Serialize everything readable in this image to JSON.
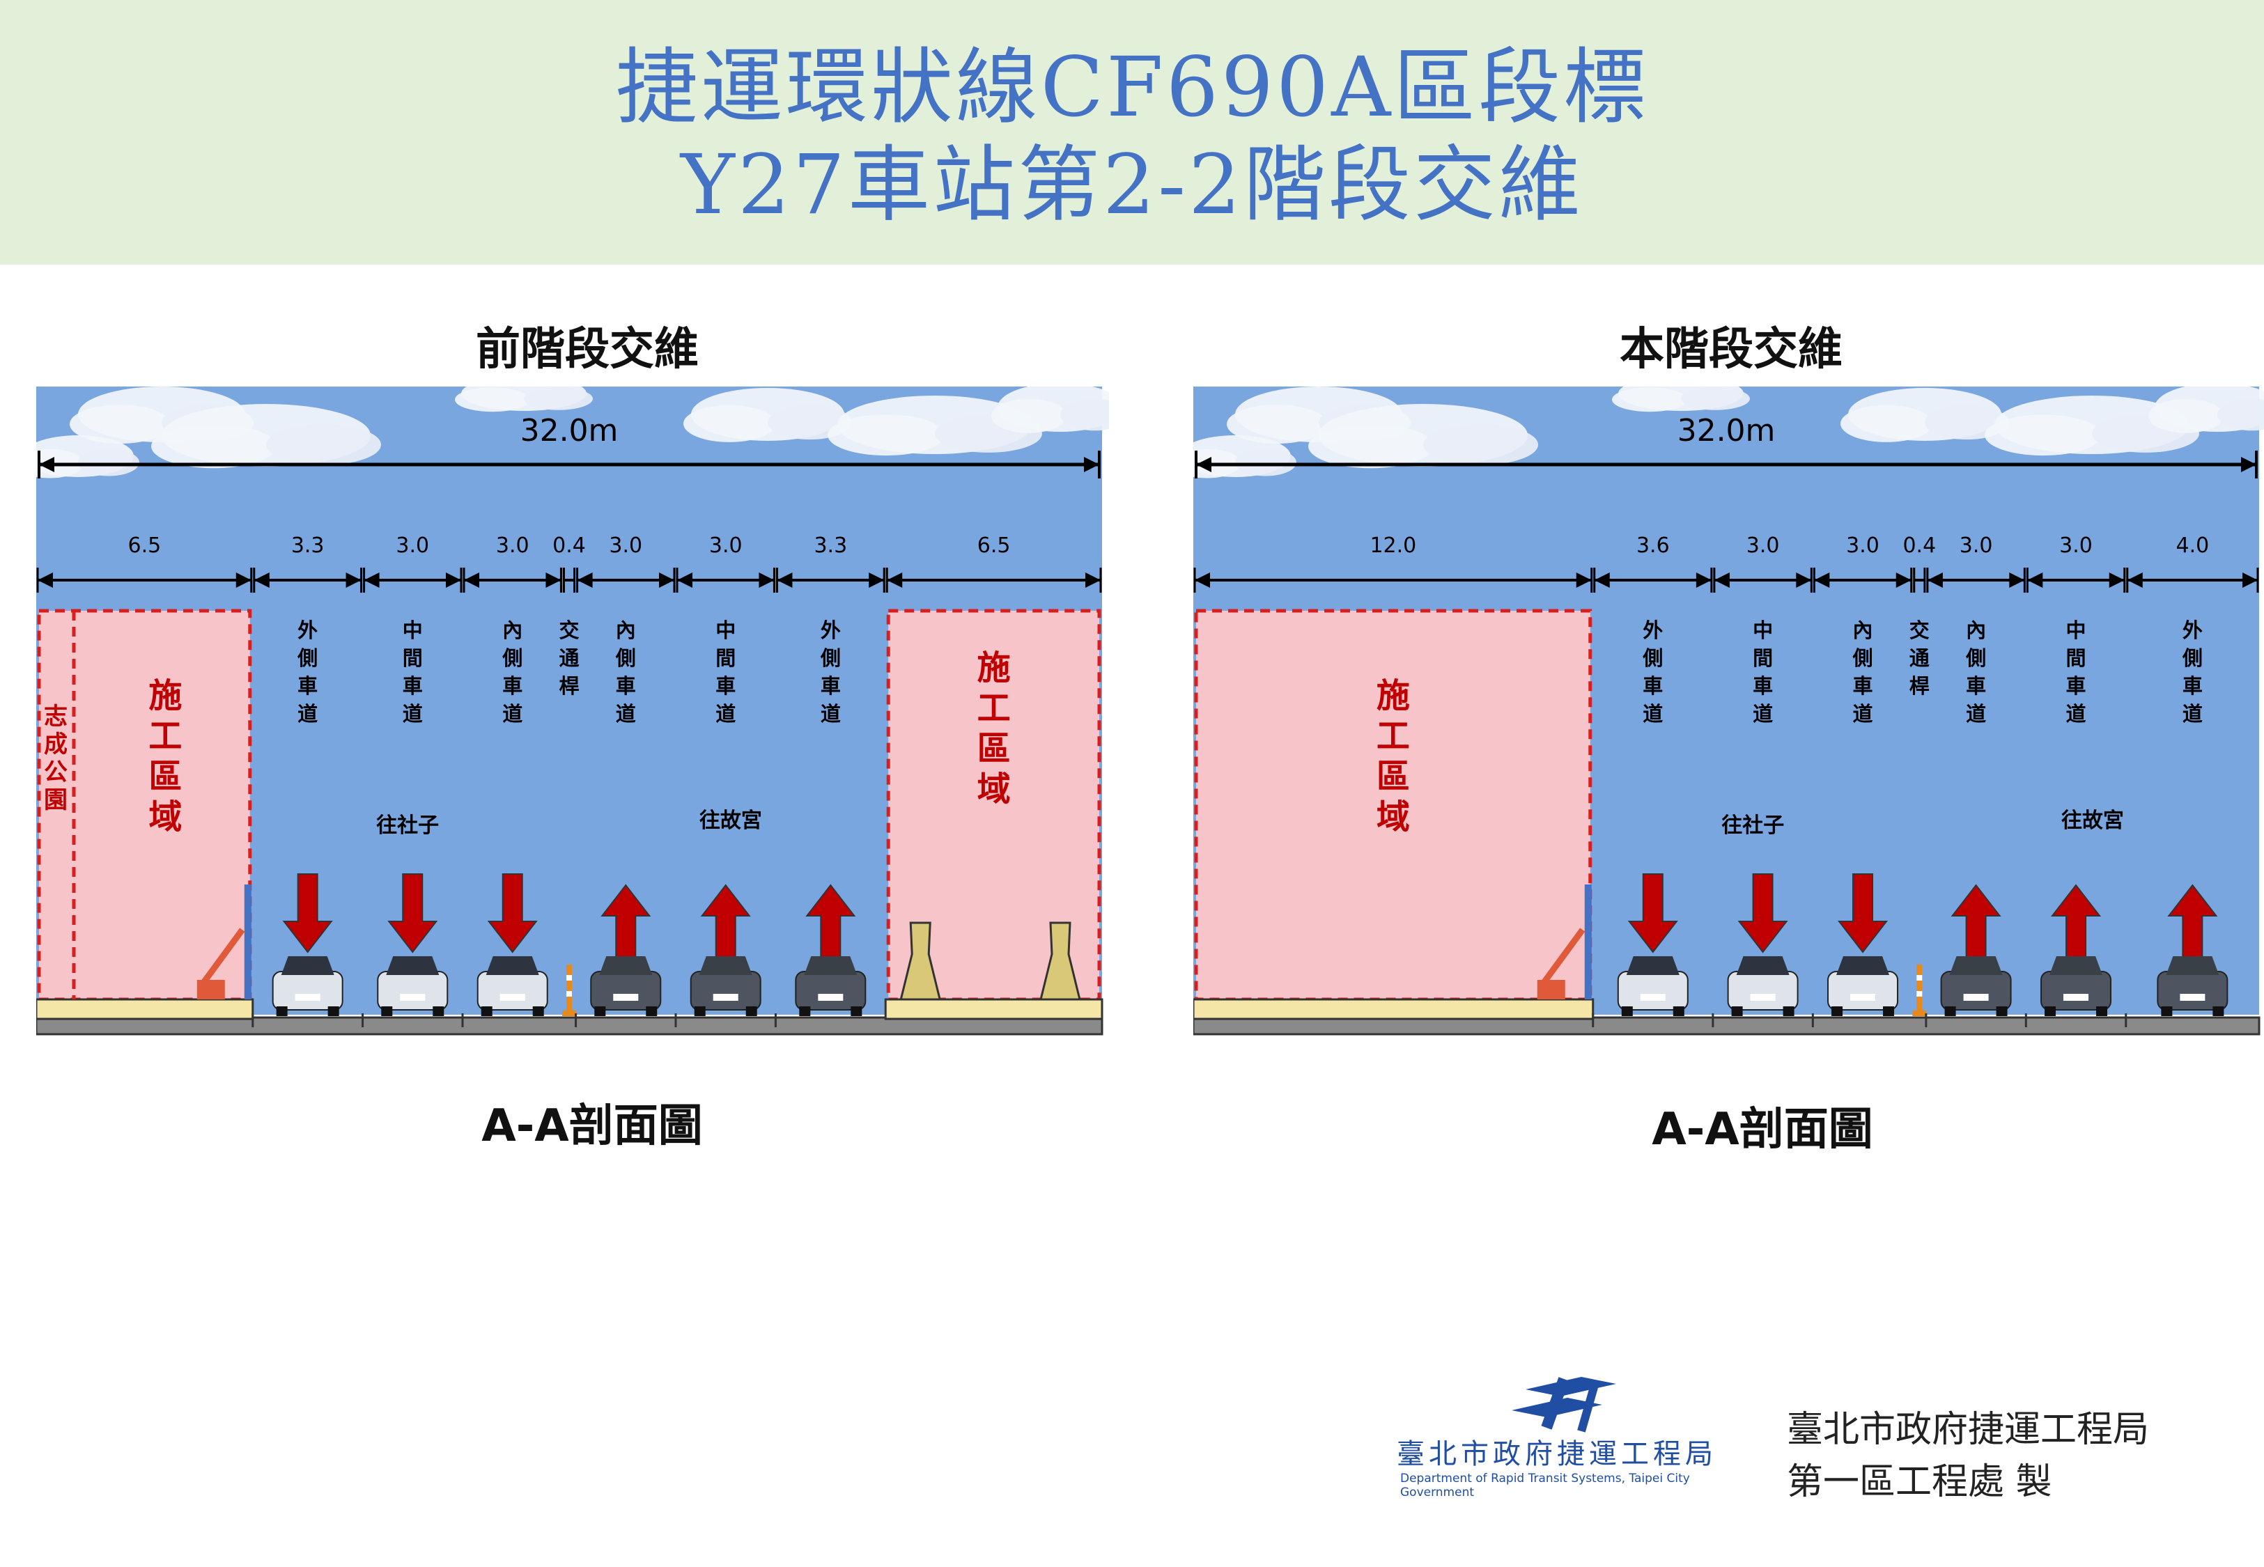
{
  "title": {
    "line1": "捷運環狀線CF690A區段標",
    "line2": "Y27車站第2-2階段交維"
  },
  "panels": [
    {
      "heading": "前階段交維",
      "section_title": "A-A剖面圖",
      "total_width": "32.0m",
      "segments": [
        {
          "dim": "6.5",
          "label": "",
          "kind": "work"
        },
        {
          "dim": "3.3",
          "label": "外側車道",
          "kind": "lane",
          "dir": "down",
          "car": "white"
        },
        {
          "dim": "3.0",
          "label": "中間車道",
          "kind": "lane",
          "dir": "down",
          "car": "white"
        },
        {
          "dim": "3.0",
          "label": "內側車道",
          "kind": "lane",
          "dir": "down",
          "car": "white"
        },
        {
          "dim": "0.4",
          "label": "交通桿",
          "kind": "pole"
        },
        {
          "dim": "3.0",
          "label": "內側車道",
          "kind": "lane",
          "dir": "up",
          "car": "gray"
        },
        {
          "dim": "3.0",
          "label": "中間車道",
          "kind": "lane",
          "dir": "up",
          "car": "gray"
        },
        {
          "dim": "3.3",
          "label": "外側車道",
          "kind": "lane",
          "dir": "up",
          "car": "gray"
        },
        {
          "dim": "6.5",
          "label": "",
          "kind": "work"
        }
      ],
      "work_zone_label": "施工區域",
      "park_label": "志成公園",
      "direction_left": "往社子",
      "direction_right": "往故宮"
    },
    {
      "heading": "本階段交維",
      "section_title": "A-A剖面圖",
      "total_width": "32.0m",
      "segments": [
        {
          "dim": "12.0",
          "label": "",
          "kind": "work"
        },
        {
          "dim": "3.6",
          "label": "外側車道",
          "kind": "lane",
          "dir": "down",
          "car": "white"
        },
        {
          "dim": "3.0",
          "label": "中間車道",
          "kind": "lane",
          "dir": "down",
          "car": "white"
        },
        {
          "dim": "3.0",
          "label": "內側車道",
          "kind": "lane",
          "dir": "down",
          "car": "white"
        },
        {
          "dim": "0.4",
          "label": "交通桿",
          "kind": "pole"
        },
        {
          "dim": "3.0",
          "label": "內側車道",
          "kind": "lane",
          "dir": "up",
          "car": "gray"
        },
        {
          "dim": "3.0",
          "label": "中間車道",
          "kind": "lane",
          "dir": "up",
          "car": "gray"
        },
        {
          "dim": "4.0",
          "label": "外側車道",
          "kind": "lane",
          "dir": "up",
          "car": "gray"
        }
      ],
      "work_zone_label": "施工區域",
      "direction_left": "往社子",
      "direction_right": "往故宮"
    }
  ],
  "footer": {
    "logo_org": "臺北市政府捷運工程局",
    "logo_english": "Department of Rapid Transit Systems, Taipei City Government",
    "line1": "臺北市政府捷運工程局",
    "line2": "第一區工程處 製"
  },
  "colors": {
    "banner_bg": "#e2efd9",
    "title": "#4472c4",
    "sky": "#7aa6df",
    "work_zone_fill": "#f7c5c9",
    "work_zone_border": "#d62020",
    "arrow": "#c00000"
  }
}
